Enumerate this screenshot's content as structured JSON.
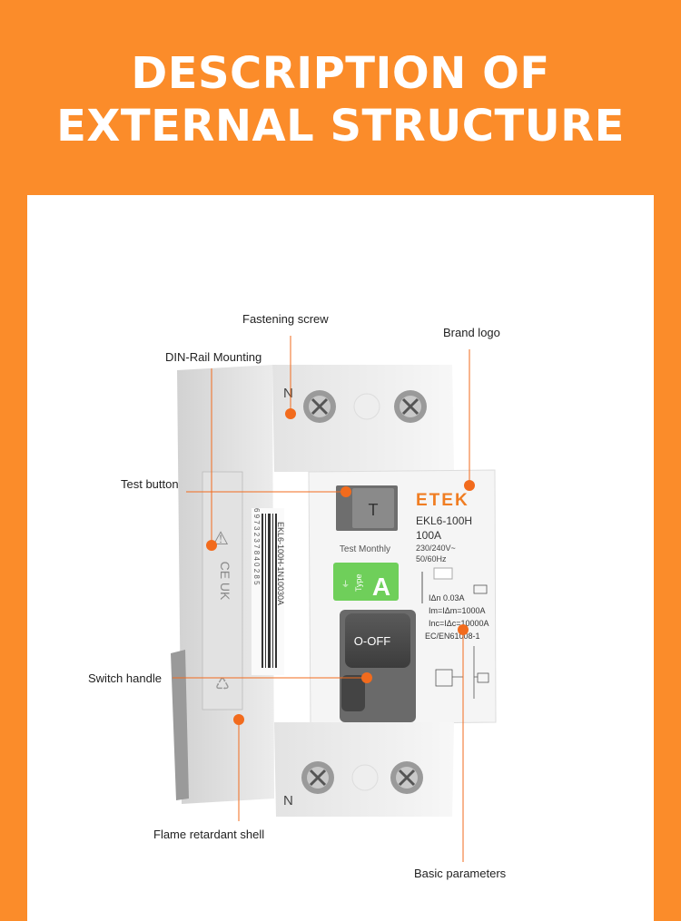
{
  "headline": {
    "line1": "DESCRIPTION OF",
    "line2": "EXTERNAL STRUCTURE"
  },
  "callouts": {
    "fastening_screw": "Fastening screw",
    "brand_logo": "Brand logo",
    "din_rail": "DIN-Rail Mounting",
    "test_button": "Test button",
    "switch_handle": "Switch handle",
    "flame_shell": "Flame retardant shell",
    "basic_parameters": "Basic parameters"
  },
  "device": {
    "terminal_top": "N",
    "terminal_bottom": "N",
    "brand": "ETEK",
    "model": "EKL6-100H",
    "rating": "100A",
    "voltage": "230/240V~",
    "frequency": "50/60Hz",
    "test_key": "T",
    "test_label": "Test Monthly",
    "type_letter": "A",
    "type_word": "Type",
    "handle_text": "O-OFF",
    "idn": "IΔn 0.03A",
    "im": "Im=IΔm=1000A",
    "inc": "Inc=IΔc=10000A",
    "standard": "EC/EN61008-1",
    "side_model": "EKL6-100H-1N10030A",
    "barcode_digits": "6 9 7 3 2 3 7 8 4 0 2 8 5"
  },
  "colors": {
    "brand_orange": "#fb8c2a",
    "callout_dot": "#f26b1d",
    "type_green": "#6fcf5a"
  }
}
